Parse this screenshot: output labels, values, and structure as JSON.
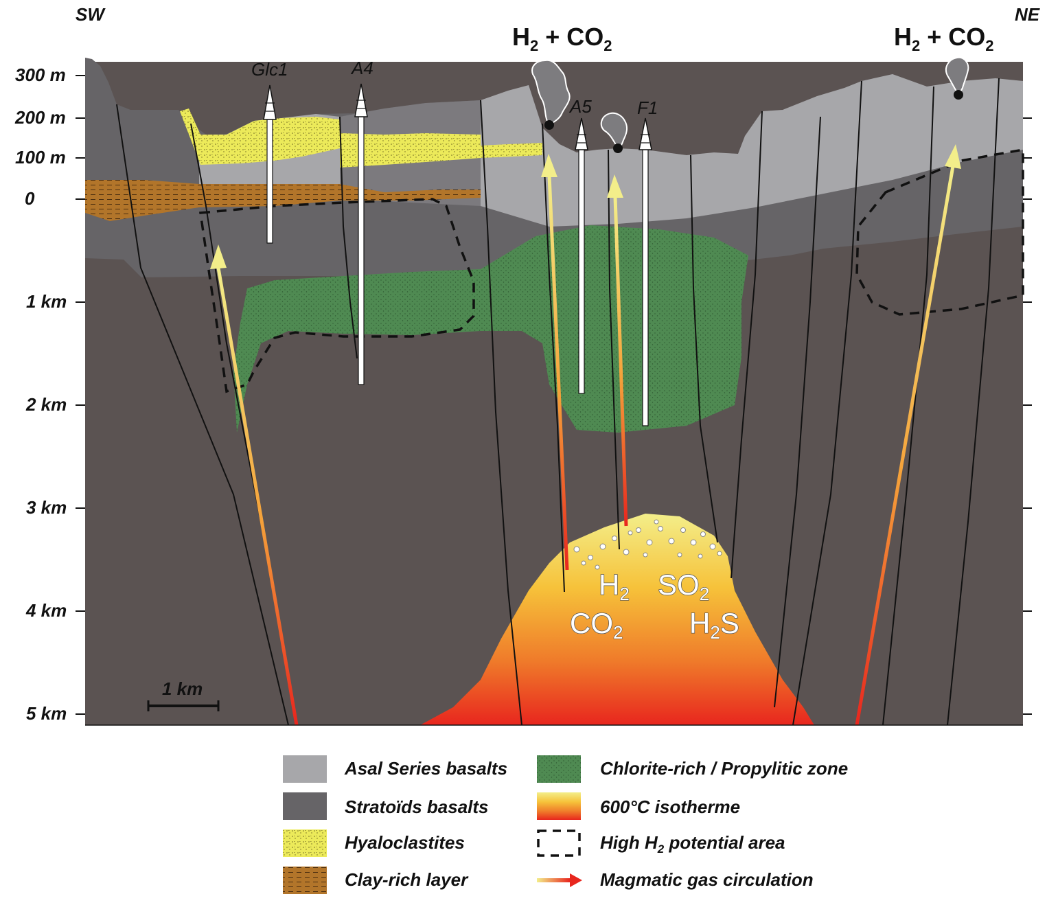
{
  "orientation": {
    "left": "SW",
    "right": "NE"
  },
  "depth_axis": [
    "300 m",
    "200 m",
    "100 m",
    "0",
    "1 km",
    "2 km",
    "3 km",
    "4 km",
    "5 km"
  ],
  "scale_bar": "1 km",
  "wells": [
    "Glc1",
    "A4",
    "A5",
    "F1"
  ],
  "gas_labels": [
    {
      "main": "H",
      "sub": "2",
      "rest": " + CO",
      "sub2": "2"
    },
    {
      "main": "H",
      "sub": "2",
      "rest": " + CO",
      "sub2": "2"
    }
  ],
  "magma_gases": [
    {
      "main": "H",
      "sub": "2",
      "tail": ""
    },
    {
      "main": "SO",
      "sub": "2",
      "tail": ""
    },
    {
      "main": "CO",
      "sub": "2",
      "tail": ""
    },
    {
      "main": "H",
      "sub": "2",
      "tail": "S"
    }
  ],
  "legend": [
    {
      "label": "Asal Series basalts",
      "swatch": "asal",
      "color": "#a7a7aa"
    },
    {
      "label": "Stratoïds basalts",
      "swatch": "stratoid",
      "color": "#666467"
    },
    {
      "label": "Hyaloclastites",
      "swatch": "hyalo",
      "color": "#ecea5a"
    },
    {
      "label": "Clay-rich layer",
      "swatch": "clay",
      "color": "#b2752a"
    },
    {
      "label": "Chlorite-rich / Propylitic zone",
      "swatch": "chlorite",
      "color": "#4f8a52"
    },
    {
      "label": "600°C isotherme",
      "swatch": "isotherm",
      "color": "#f6c23a"
    },
    {
      "label_pre": "High H",
      "label_sub": "2",
      "label_post": " potential area",
      "swatch": "dashed"
    },
    {
      "label": "Magmatic gas circulation",
      "swatch": "arrow"
    }
  ],
  "colors": {
    "deep_basement": "#5b5352",
    "stratoid": "#666467",
    "asal": "#a7a7aa",
    "hyalo": "#ecea5a",
    "clay": "#b2752a",
    "chlorite": "#4f8a52",
    "magma_top": "#f3ee8a",
    "magma_bottom": "#e8261e"
  }
}
